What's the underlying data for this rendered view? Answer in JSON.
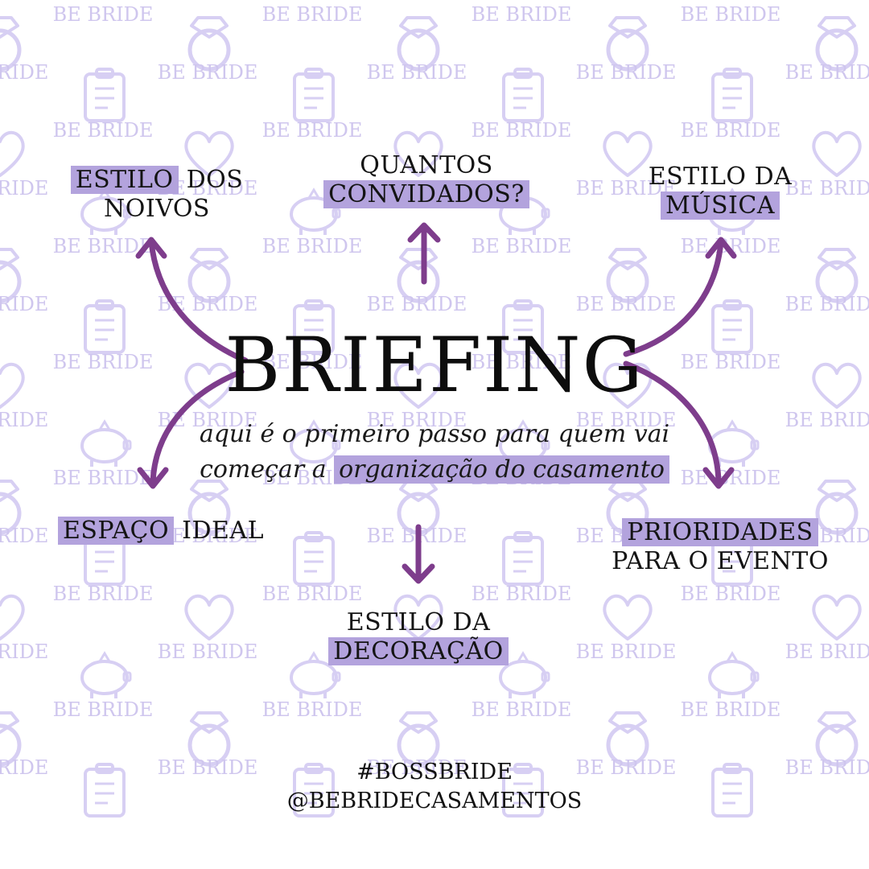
{
  "watermark": {
    "text": "BE BRIDE",
    "text_color": "#cfc6ee",
    "icon_color": "#d7cff3",
    "icons": [
      "ring-icon",
      "clipboard-icon",
      "heart-icon",
      "piggy-bank-icon"
    ]
  },
  "colors": {
    "highlight": "#b3a3dd",
    "arrow": "#7e3d8c",
    "text": "#141414"
  },
  "title": "BRIEFING",
  "subtitle": {
    "line1": "aqui é o primeiro passo para quem vai",
    "line2_plain": "começar a ",
    "line2_highlight": "organização do casamento"
  },
  "nodes": {
    "estilo_noivos": {
      "highlight": "ESTILO",
      "rest": " DOS",
      "line2": "NOIVOS"
    },
    "convidados": {
      "line1": "QUANTOS",
      "highlight": "CONVIDADOS?"
    },
    "musica": {
      "line1": "ESTILO DA",
      "highlight": "MÚSICA"
    },
    "espaco": {
      "highlight": "ESPAÇO",
      "rest": " IDEAL"
    },
    "decoracao": {
      "line1": "ESTILO DA",
      "highlight": "DECORAÇÃO"
    },
    "prioridades": {
      "highlight": "PRIORIDADES",
      "line2": "PARA O EVENTO"
    }
  },
  "footer": {
    "hashtag": "#BOSSBRIDE",
    "handle": "@BEBRIDECASAMENTOS"
  }
}
